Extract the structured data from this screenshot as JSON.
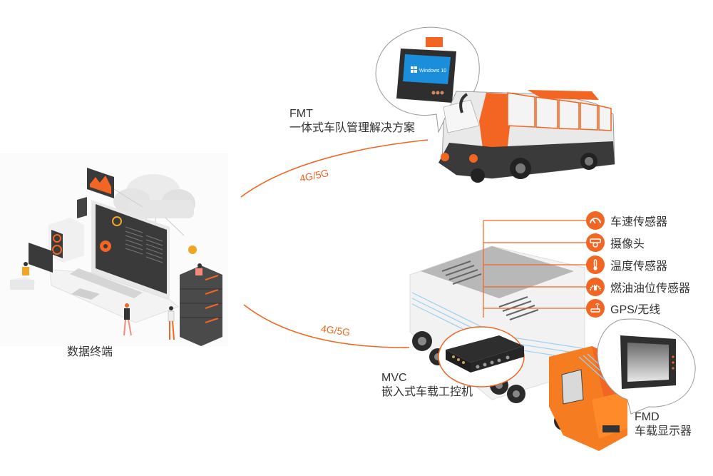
{
  "colors": {
    "accent": "#f26522",
    "text": "#333333",
    "bg": "#ffffff"
  },
  "data_terminal": {
    "label": "数据终端",
    "icon": "laptop-cloud-server-illustration"
  },
  "fmt": {
    "code": "FMT",
    "desc": "一体式车队管理解决方案",
    "screen_text": "Windows 10",
    "icon": "bus-illustration"
  },
  "mvc": {
    "code": "MVC",
    "desc": "嵌入式车载工控机",
    "icon": "embedded-box-pc"
  },
  "fmd": {
    "code": "FMD",
    "desc": "车载显示器",
    "icon": "vehicle-display"
  },
  "links": [
    {
      "label": "4G/5G",
      "to": "FMT"
    },
    {
      "label": "4G/5G",
      "to": "MVC"
    }
  ],
  "sensors": [
    {
      "label": "车速传感器",
      "icon": "speedometer-icon"
    },
    {
      "label": "摄像头",
      "icon": "camera-icon"
    },
    {
      "label": "温度传感器",
      "icon": "thermometer-icon"
    },
    {
      "label": "燃油油位传感器",
      "icon": "fuel-gauge-icon"
    },
    {
      "label": "GPS/无线",
      "icon": "router-icon"
    }
  ]
}
